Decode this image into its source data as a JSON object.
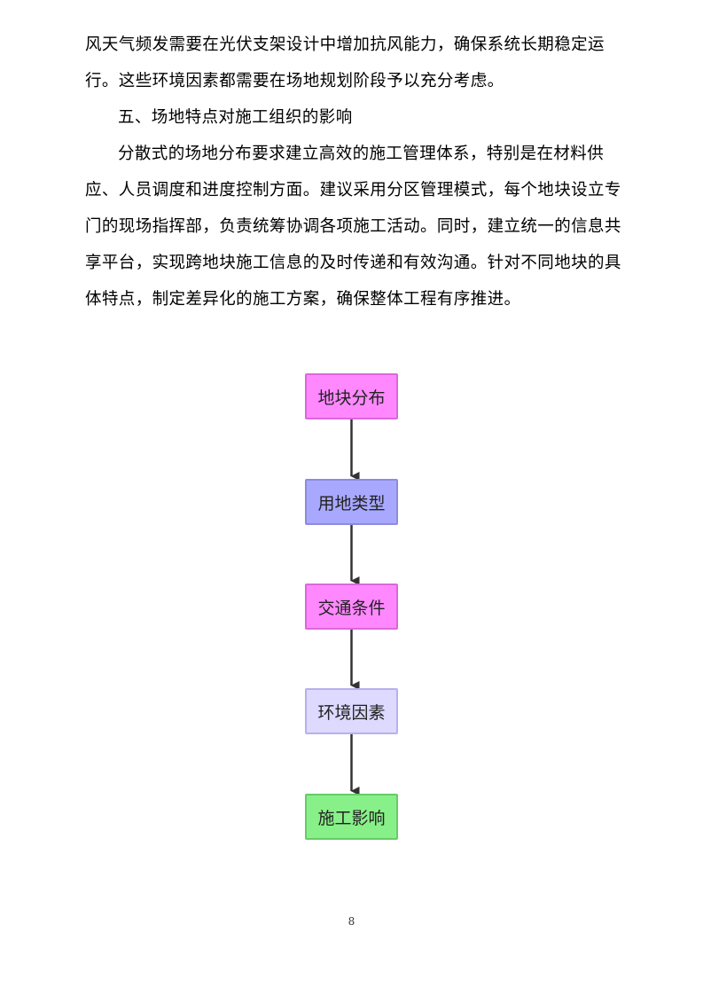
{
  "document": {
    "lines": [
      "风天气频发需要在光伏支架设计中增加抗风能力，确保系统长期稳定运",
      "行。这些环境因素都需要在场地规划阶段予以充分考虑。",
      "五、场地特点对施工组织的影响",
      "分散式的场地分布要求建立高效的施工管理体系，特别是在材料供",
      "应、人员调度和进度控制方面。建议采用分区管理模式，每个地块设立专",
      "门的现场指挥部，负责统筹协调各项施工活动。同时，建立统一的信息共",
      "享平台，实现跨地块施工信息的及时传递和有效沟通。针对不同地块的具",
      "体特点，制定差异化的施工方案，确保整体工程有序推进。"
    ]
  },
  "flowchart": {
    "nodes": [
      {
        "label": "地块分布",
        "fill": "#ff88ff"
      },
      {
        "label": "用地类型",
        "fill": "#a8a8ff"
      },
      {
        "label": "交通条件",
        "fill": "#ff88ff"
      },
      {
        "label": "环境因素",
        "fill": "#ddd9ff"
      },
      {
        "label": "施工影响",
        "fill": "#88f088"
      }
    ],
    "arrow_color": "#333333"
  },
  "footer": {
    "page_number": "8"
  }
}
